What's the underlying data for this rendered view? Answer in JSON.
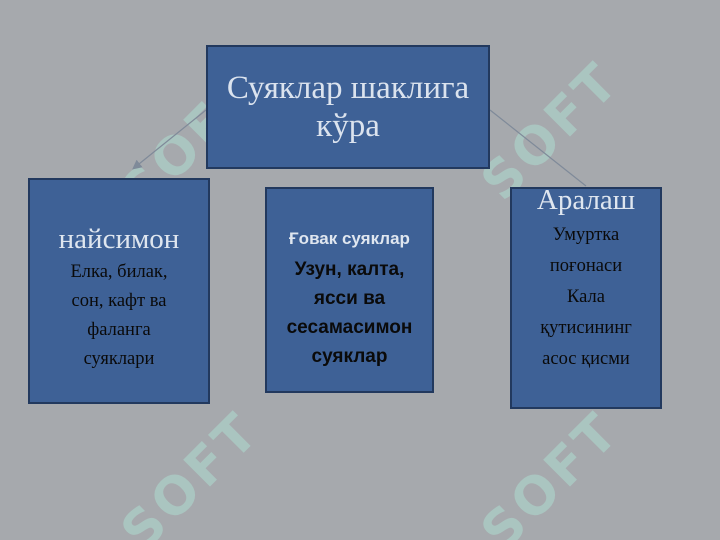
{
  "diagram": {
    "root": {
      "title_line1": "Суяклар шаклига",
      "title_line2": "кўра"
    },
    "left": {
      "heading": "найсимон",
      "line1": "Елка, билак,",
      "line2": "сон, кафт ва",
      "line3": "фаланга",
      "line4": "суяклари"
    },
    "middle": {
      "heading": "Ғовак суяклар",
      "line1": "Узун, калта,",
      "line2": "ясси ва",
      "line3": "сесамасимон",
      "line4": "суяклар"
    },
    "right": {
      "heading": "Аралаш",
      "line1": "Умуртка",
      "line2": "поғонаси",
      "line3": "Кала",
      "line4": "қутисининг",
      "line5": "асос қисми"
    }
  },
  "watermark": {
    "text": "SOFT"
  },
  "colors": {
    "background": "#a6a9ad",
    "box_fill": "#3e6196",
    "box_border": "#22395e",
    "heading_text": "#dfe6ef",
    "body_text": "#0a0a0a",
    "connector": "#7f8a99"
  }
}
